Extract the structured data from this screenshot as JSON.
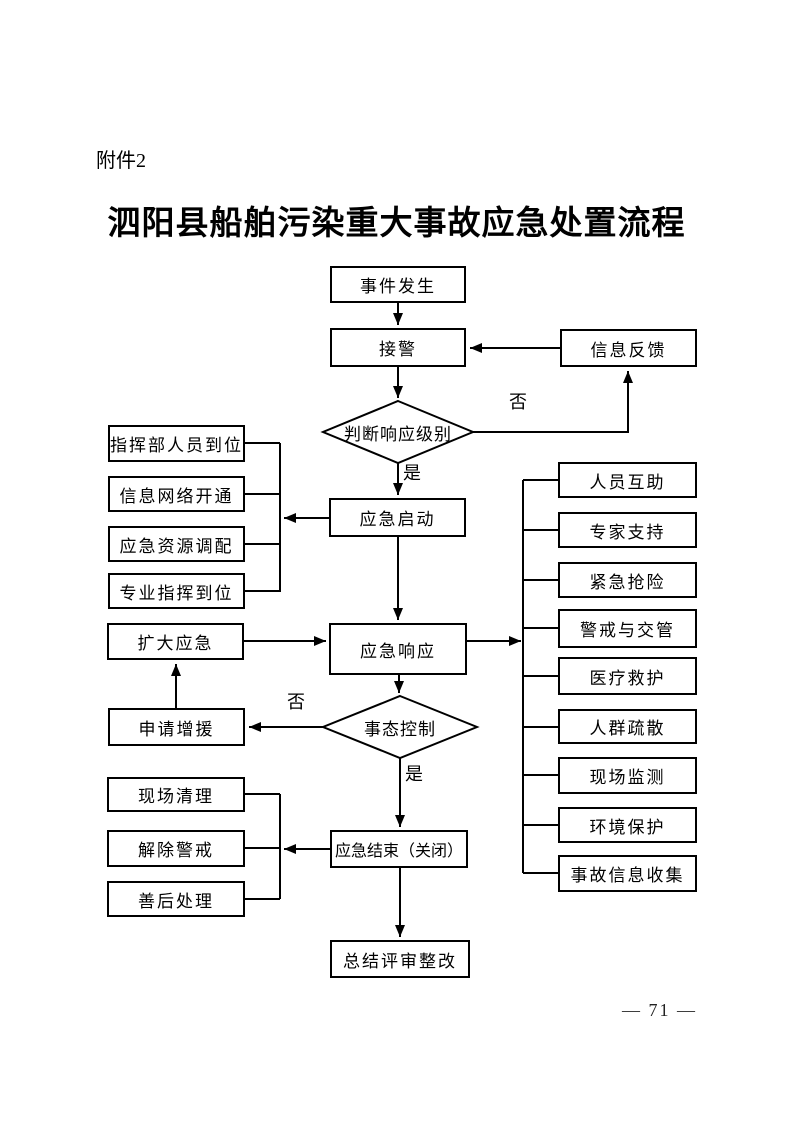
{
  "page": {
    "attachment_label": "附件2",
    "title": "泗阳县船舶污染重大事故应急处置流程",
    "page_number": "— 71 —"
  },
  "flowchart": {
    "nodes": {
      "event": "事件发生",
      "alarm": "接警",
      "feedback": "信息反馈",
      "decision_level": "判断响应级别",
      "startup": "应急启动",
      "prep": [
        "指挥部人员到位",
        "信息网络开通",
        "应急资源调配",
        "专业指挥到位"
      ],
      "expand": "扩大应急",
      "response": "应急响应",
      "request": "申请增援",
      "decision_control": "事态控制",
      "actions": [
        "人员互助",
        "专家支持",
        "紧急抢险",
        "警戒与交管",
        "医疗救护",
        "人群疏散",
        "现场监测",
        "环境保护",
        "事故信息收集"
      ],
      "closeout": [
        "现场清理",
        "解除警戒",
        "善后处理"
      ],
      "end": "应急结束（关闭）",
      "summary": "总结评审整改"
    },
    "labels": {
      "no_top": "否",
      "yes_top": "是",
      "no_bottom": "否",
      "yes_bottom": "是"
    },
    "line_color": "#000000"
  }
}
